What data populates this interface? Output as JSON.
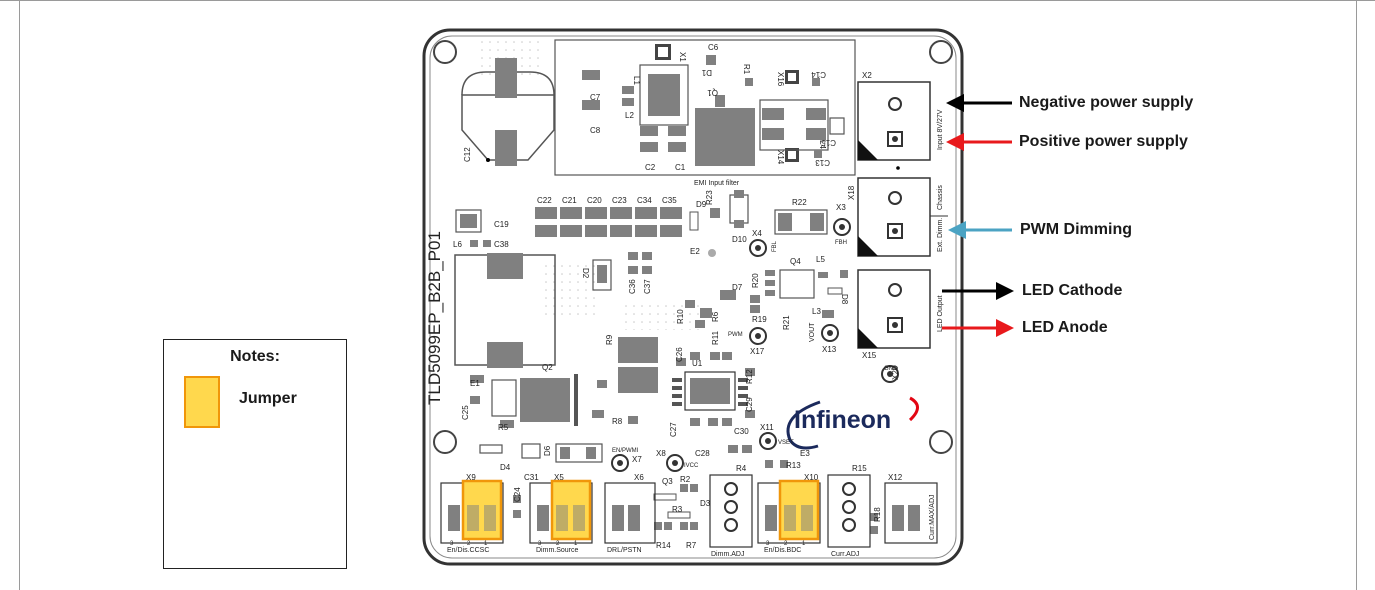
{
  "board": {
    "name_vertical": "TLD5099EP_B2B_P01",
    "logo_text": "Infineon",
    "emi_box_label": "EMI Input filter",
    "capacitor_row": [
      "C22",
      "C21",
      "C20",
      "C23",
      "C34",
      "C35"
    ],
    "component_labels": {
      "c12": "C12",
      "x1": "X1",
      "c6": "C6",
      "d1": "D1",
      "r1": "R1",
      "l1": "L1",
      "c7": "C7",
      "c8": "C8",
      "l2": "L2",
      "q1": "Q1",
      "c2": "C2",
      "c1": "C1",
      "x16": "X16",
      "c14": "C14",
      "c15": "C15",
      "l4": "L4",
      "x14": "X14",
      "c13": "C13",
      "x2": "X2",
      "x18": "X18",
      "x3": "X3",
      "fbh": "FBH",
      "r22": "R22",
      "r23": "R23",
      "d9": "D9",
      "x4": "X4",
      "d10": "D10",
      "fbl": "FBL",
      "c19": "C19",
      "l6": "L6",
      "c38": "C38",
      "e2": "E2",
      "d2": "D2",
      "c36": "C36",
      "c37": "C37",
      "q4": "Q4",
      "r20": "R20",
      "l5": "L5",
      "d7": "D7",
      "d8": "D8",
      "r10": "R10",
      "r6": "R6",
      "r19": "R19",
      "r21": "R21",
      "l3": "L3",
      "vout": "VOUT",
      "pwm": "PWM",
      "x17": "X17",
      "x13": "X13",
      "x15": "X15",
      "r11": "R11",
      "r9": "R9",
      "c26": "C26",
      "u1": "U1",
      "r12": "R12",
      "c29": "C29",
      "gnd": "GND",
      "x20": "X20",
      "e1": "E1",
      "q2": "Q2",
      "c25": "C25",
      "r5": "R5",
      "r8": "R8",
      "c27": "C27",
      "c28": "C28",
      "c30": "C30",
      "x11": "X11",
      "vset": "VSET",
      "e3": "E3",
      "d4": "D4",
      "d6": "D6",
      "en_pwmi": "EN/PWMI",
      "x7": "X7",
      "x8": "X8",
      "ivcc": "IVCC",
      "r4": "R4",
      "r13": "R13",
      "x10": "X10",
      "r15": "R15",
      "x12": "X12",
      "x9": "X9",
      "c31": "C31",
      "x5": "X5",
      "x6": "X6",
      "c24": "C24",
      "q3": "Q3",
      "r2": "R2",
      "d3": "D3",
      "r3": "R3",
      "r14": "R14",
      "r7": "R7",
      "r18": "R18",
      "input_rating": "Input 8V/27V",
      "chassis": "Chassis",
      "ext_dimm": "Ext. Dimm.",
      "led_output": "LED Output",
      "curr_max_adj": "Curr.MAX/ADJ"
    },
    "header_labels": {
      "x9": "En/Dis.CCSC",
      "x5": "Dimm.Source",
      "x6": "DRL/PSTN",
      "r4": "Dimm.ADJ",
      "x10": "En/Dis.BDC",
      "r15": "Curr.ADJ"
    },
    "pin_numbers": [
      "3",
      "2",
      "1"
    ]
  },
  "callouts": {
    "negative": "Negative  power supply",
    "positive": "Positive power supply",
    "pwm": "PWM Dimming",
    "cathode": "LED Cathode",
    "anode": "LED Anode"
  },
  "notes": {
    "title": "Notes:",
    "jumper_label": "Jumper"
  },
  "colors": {
    "jumper_fill": "#ffd84d",
    "jumper_border": "#f0960a",
    "arrow_black": "#000000",
    "arrow_red": "#e8191c",
    "arrow_blue": "#4ba3c3",
    "pad_gray": "#808080",
    "logo_blue": "#1b2a5c",
    "logo_red": "#e30613"
  }
}
